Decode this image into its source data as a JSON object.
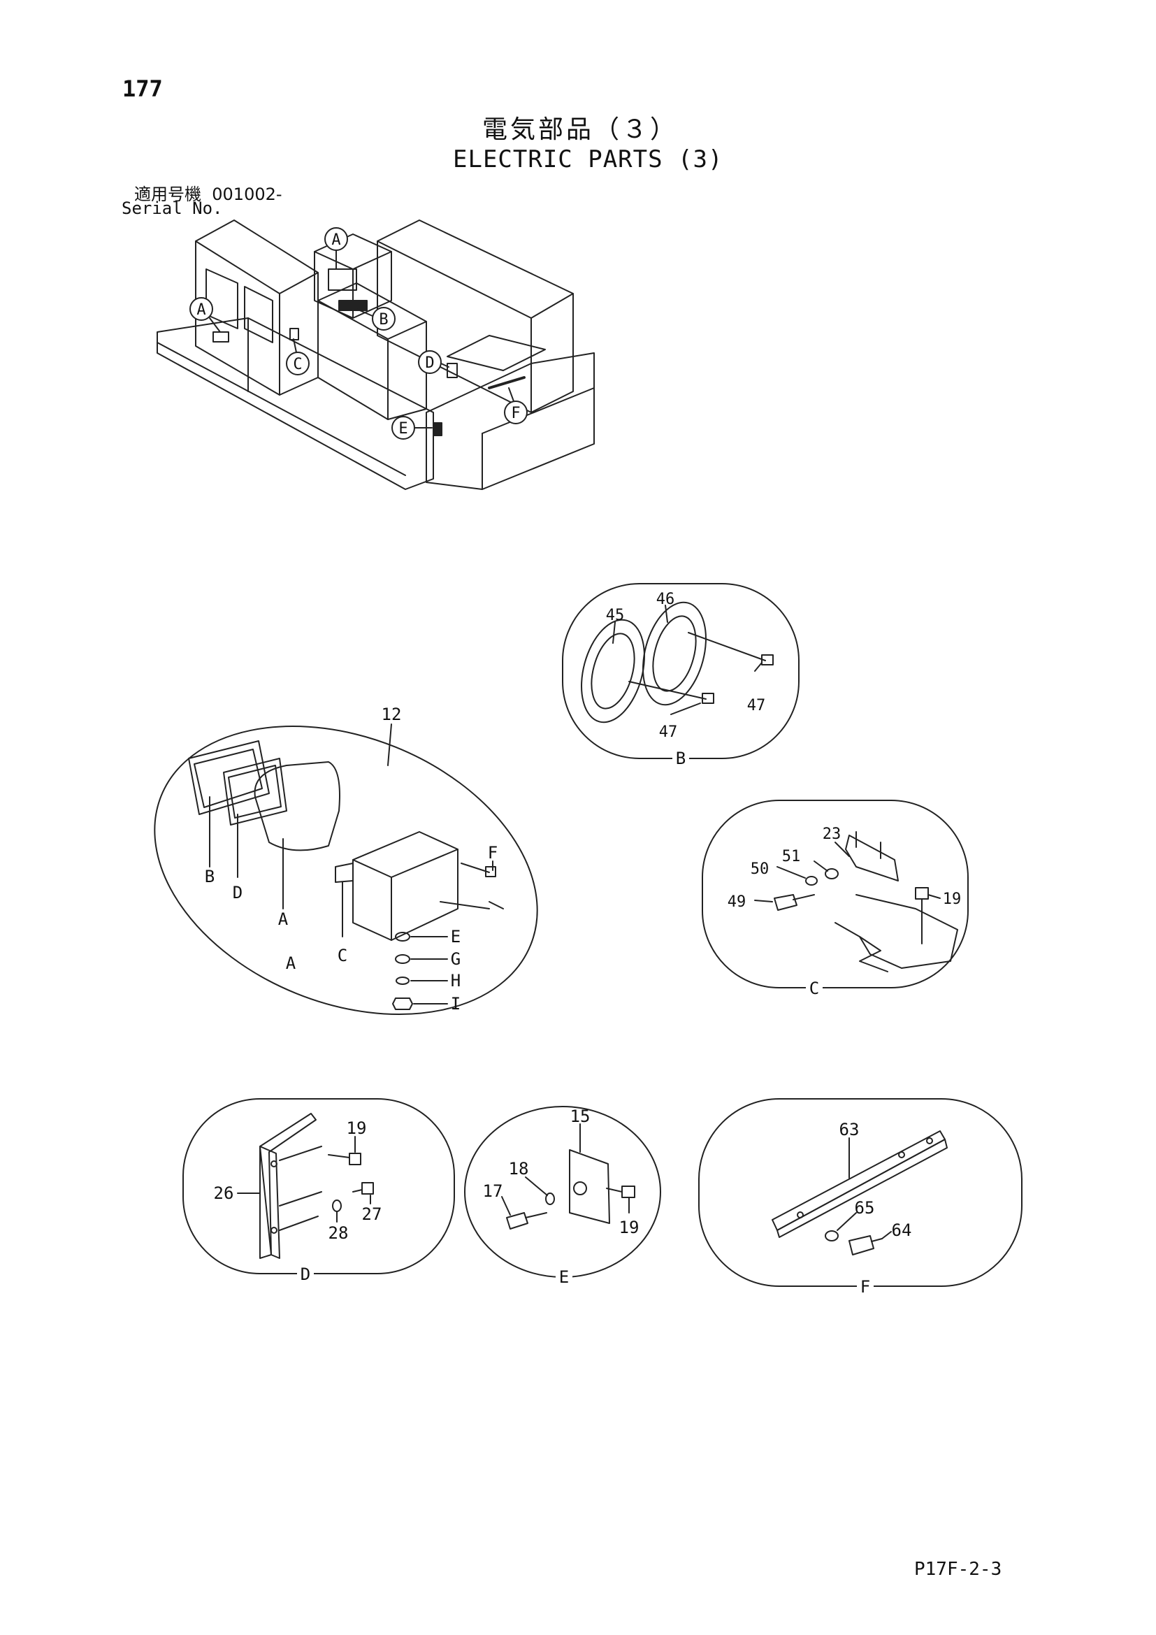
{
  "header": {
    "page_number": "177",
    "title_jp": "電気部品（３）",
    "title_en": "ELECTRIC PARTS (3)",
    "serial_label_jp": "適用号機",
    "serial_value": "001002-",
    "serial_label_en": "Serial No."
  },
  "overview": {
    "callouts": [
      "A",
      "A",
      "B",
      "C",
      "D",
      "E",
      "F"
    ]
  },
  "details": {
    "B": {
      "label": "B",
      "parts": [
        "45",
        "46",
        "47",
        "47"
      ]
    },
    "A": {
      "label": "A",
      "assembly": "12",
      "parts": [
        "B",
        "D",
        "A",
        "C",
        "F",
        "E",
        "G",
        "H",
        "I"
      ]
    },
    "C": {
      "label": "C",
      "parts": [
        "23",
        "51",
        "50",
        "49",
        "19"
      ]
    },
    "D": {
      "label": "D",
      "parts": [
        "19",
        "26",
        "27",
        "28"
      ]
    },
    "E": {
      "label": "E",
      "parts": [
        "15",
        "18",
        "17",
        "19"
      ]
    },
    "F": {
      "label": "F",
      "parts": [
        "63",
        "65",
        "64"
      ]
    }
  },
  "footer": {
    "code": "P17F-2-3"
  }
}
